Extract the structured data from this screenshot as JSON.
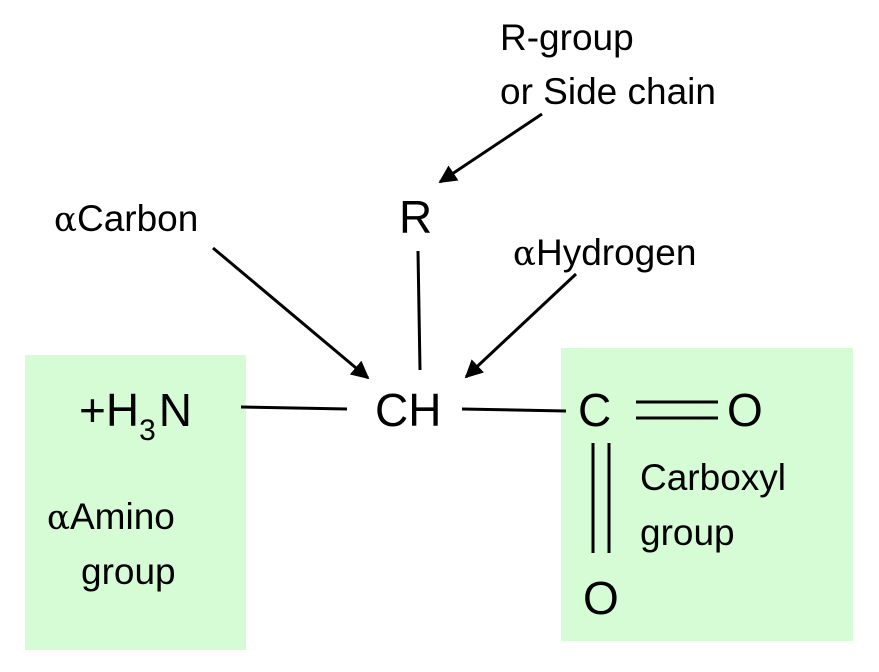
{
  "colors": {
    "group_box": "#d5fcd5",
    "ink": "#000000",
    "background": "#ffffff"
  },
  "labels": {
    "r_group_line1": "R-group",
    "r_group_line2": "or Side chain",
    "alpha_symbol": "α",
    "alpha_carbon": "Carbon",
    "alpha_hydrogen": "Hydrogen",
    "alpha_amino_line1": "Amino",
    "alpha_amino_line2": "group",
    "carboxyl_line1": "Carboxyl",
    "carboxyl_line2": "group"
  },
  "atoms": {
    "r": "R",
    "amino_plus_h": "+H",
    "amino_subscript": "3",
    "amino_n": "N",
    "ch": "CH",
    "carboxyl_c": "C",
    "carboxyl_o_right": "O",
    "carboxyl_o_bottom": "O"
  }
}
